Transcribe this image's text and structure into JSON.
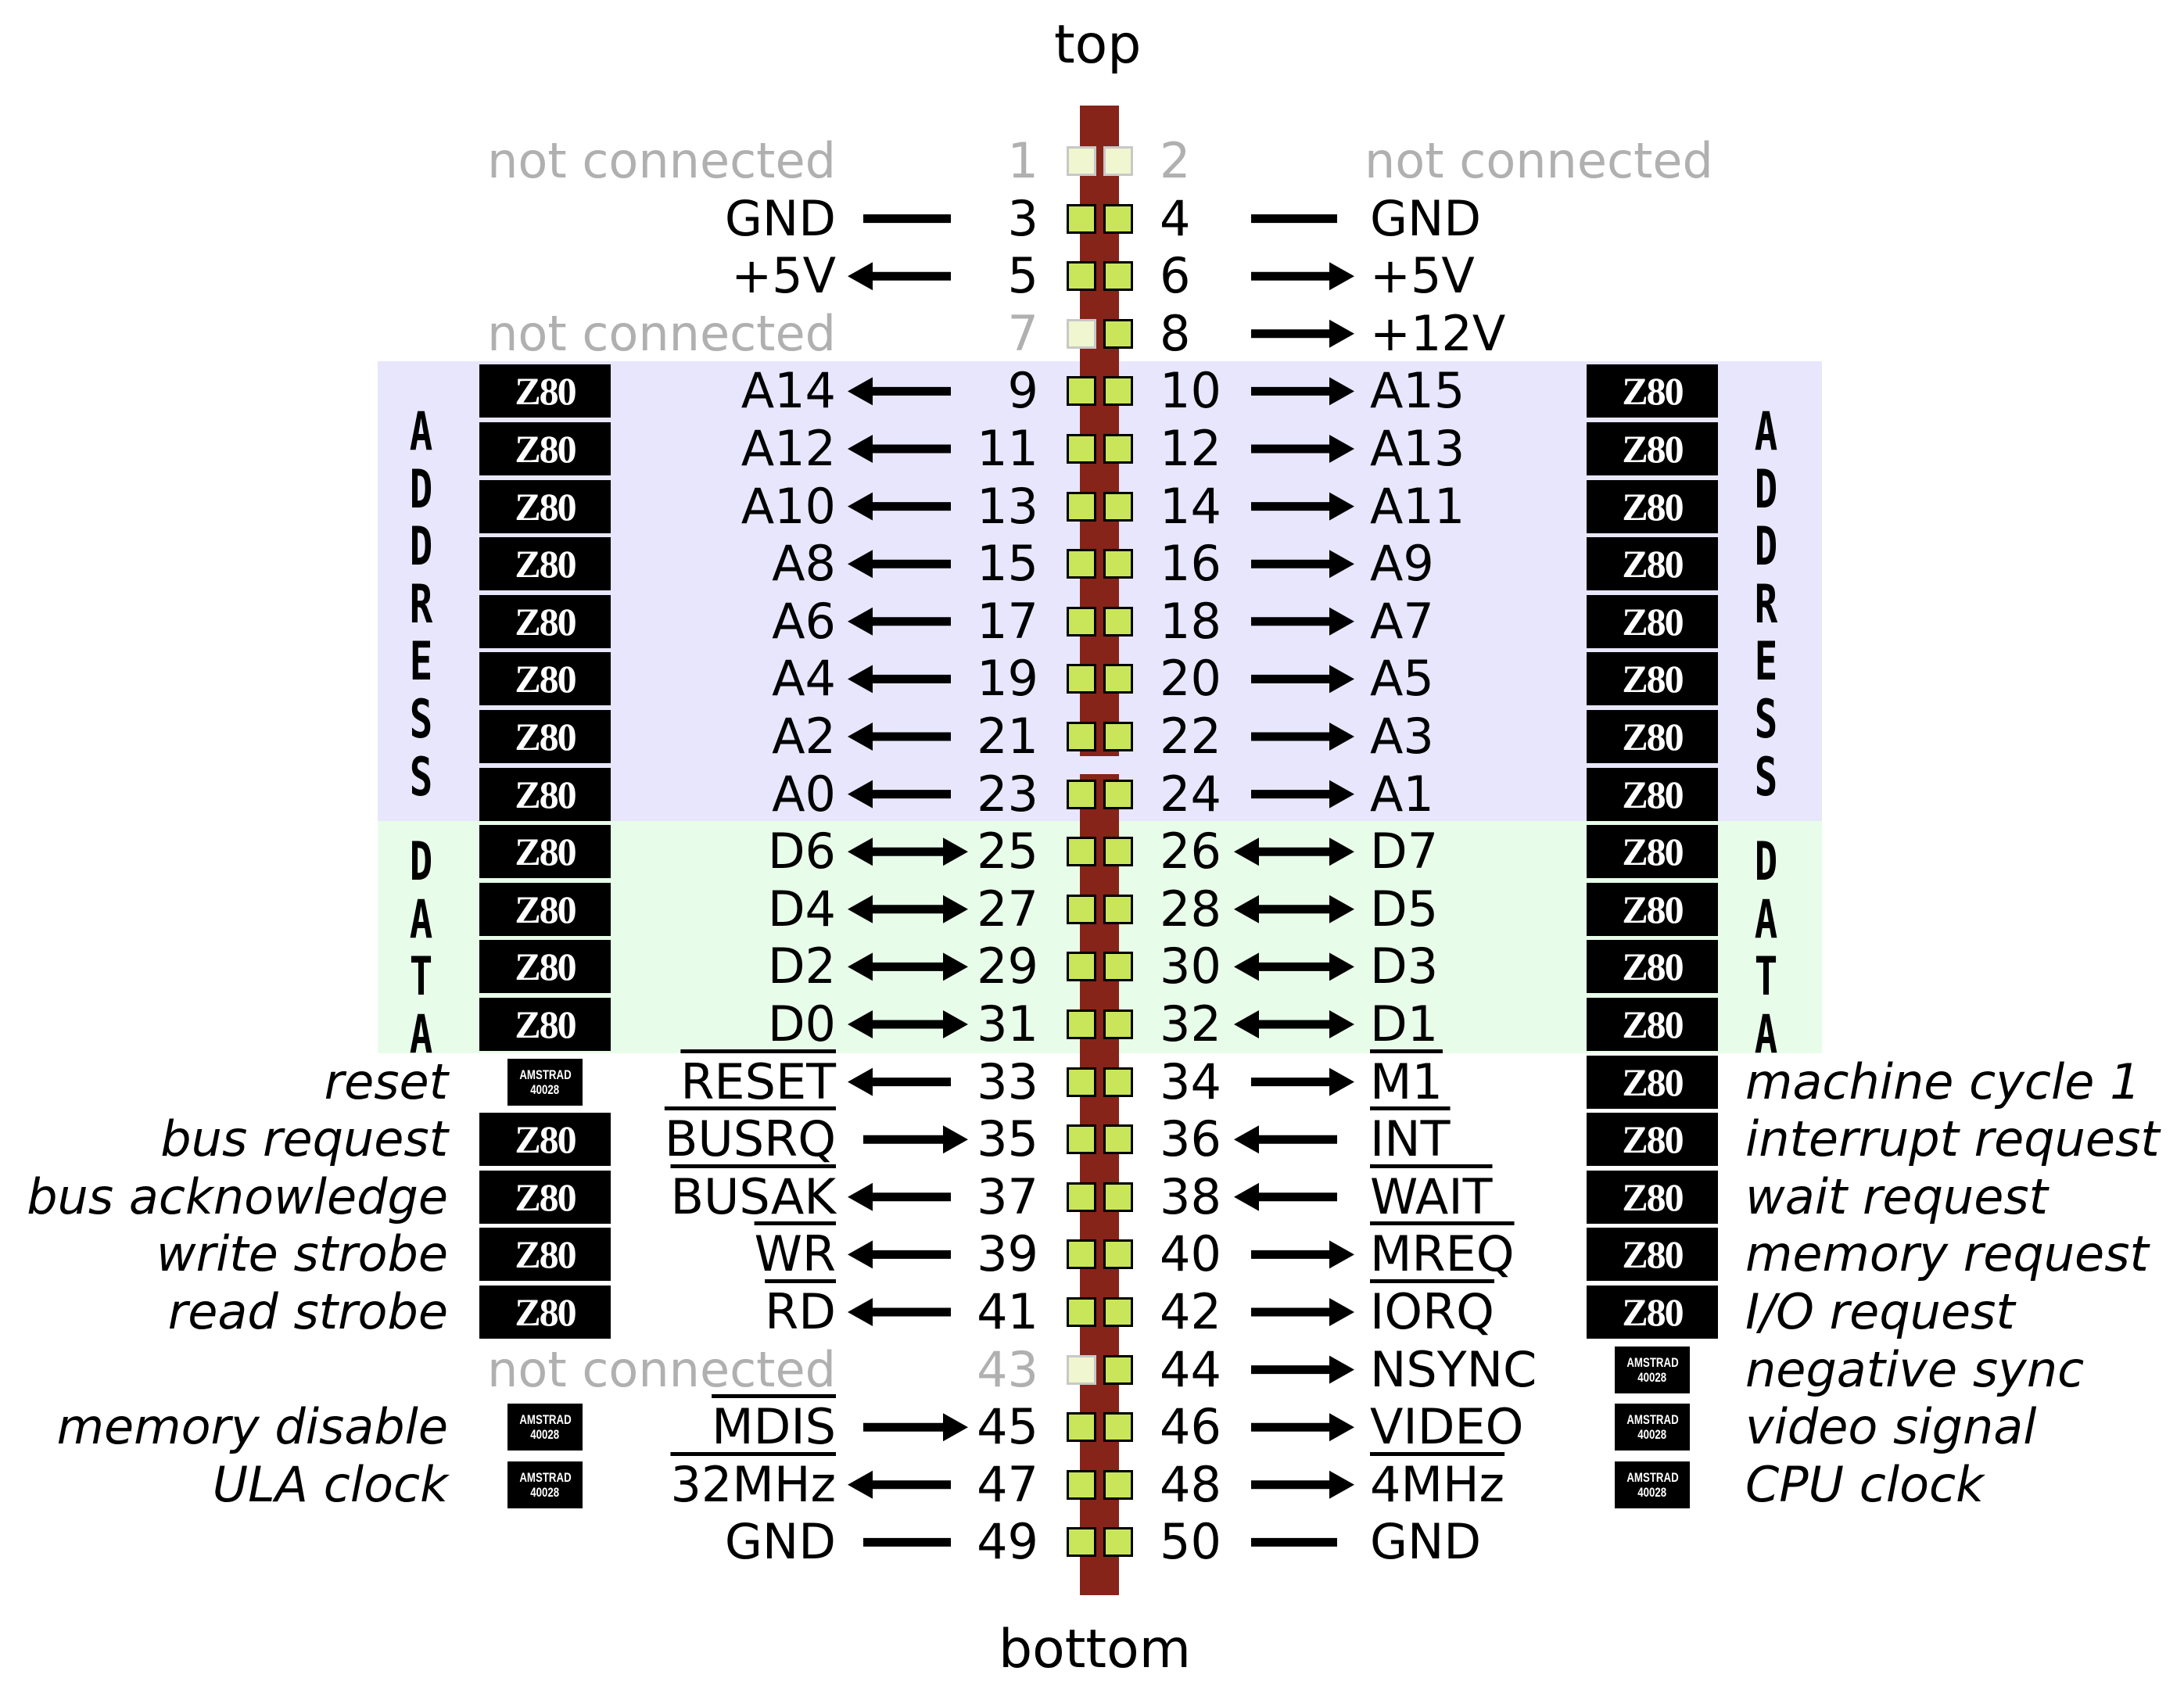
{
  "header": {
    "top_label": "top",
    "bottom_label": "bottom"
  },
  "groups": {
    "address_label": "ADDRESS",
    "data_label": "DATA"
  },
  "chips": {
    "z80_label": "Z80",
    "amstrad_line1": "AMSTRAD",
    "amstrad_line2": "40028"
  },
  "colors": {
    "trace": "#862419",
    "pad": "#c9e65a",
    "address_band": "#e8e6fd",
    "data_band": "#e8fde9",
    "not_connected": "#b0b0b0"
  },
  "rows": [
    {
      "left": {
        "pin": "1",
        "signal": "not connected",
        "nc": true,
        "arrow": "none"
      },
      "right": {
        "pin": "2",
        "signal": "not connected",
        "nc": true,
        "arrow": "none"
      }
    },
    {
      "left": {
        "pin": "3",
        "signal": "GND",
        "arrow": "line"
      },
      "right": {
        "pin": "4",
        "signal": "GND",
        "arrow": "line"
      }
    },
    {
      "left": {
        "pin": "5",
        "signal": "+5V",
        "arrow": "out"
      },
      "right": {
        "pin": "6",
        "signal": "+5V",
        "arrow": "out"
      }
    },
    {
      "left": {
        "pin": "7",
        "signal": "not connected",
        "nc": true,
        "arrow": "none"
      },
      "right": {
        "pin": "8",
        "signal": "+12V",
        "arrow": "out"
      }
    },
    {
      "left": {
        "pin": "9",
        "signal": "A14",
        "arrow": "out",
        "chip": "z80"
      },
      "right": {
        "pin": "10",
        "signal": "A15",
        "arrow": "out",
        "chip": "z80"
      }
    },
    {
      "left": {
        "pin": "11",
        "signal": "A12",
        "arrow": "out",
        "chip": "z80"
      },
      "right": {
        "pin": "12",
        "signal": "A13",
        "arrow": "out",
        "chip": "z80"
      }
    },
    {
      "left": {
        "pin": "13",
        "signal": "A10",
        "arrow": "out",
        "chip": "z80"
      },
      "right": {
        "pin": "14",
        "signal": "A11",
        "arrow": "out",
        "chip": "z80"
      }
    },
    {
      "left": {
        "pin": "15",
        "signal": "A8",
        "arrow": "out",
        "chip": "z80"
      },
      "right": {
        "pin": "16",
        "signal": "A9",
        "arrow": "out",
        "chip": "z80"
      }
    },
    {
      "left": {
        "pin": "17",
        "signal": "A6",
        "arrow": "out",
        "chip": "z80"
      },
      "right": {
        "pin": "18",
        "signal": "A7",
        "arrow": "out",
        "chip": "z80"
      }
    },
    {
      "left": {
        "pin": "19",
        "signal": "A4",
        "arrow": "out",
        "chip": "z80"
      },
      "right": {
        "pin": "20",
        "signal": "A5",
        "arrow": "out",
        "chip": "z80"
      }
    },
    {
      "left": {
        "pin": "21",
        "signal": "A2",
        "arrow": "out",
        "chip": "z80"
      },
      "right": {
        "pin": "22",
        "signal": "A3",
        "arrow": "out",
        "chip": "z80"
      }
    },
    {
      "left": {
        "pin": "23",
        "signal": "A0",
        "arrow": "out",
        "chip": "z80"
      },
      "right": {
        "pin": "24",
        "signal": "A1",
        "arrow": "out",
        "chip": "z80"
      }
    },
    {
      "left": {
        "pin": "25",
        "signal": "D6",
        "arrow": "both",
        "chip": "z80"
      },
      "right": {
        "pin": "26",
        "signal": "D7",
        "arrow": "both",
        "chip": "z80"
      }
    },
    {
      "left": {
        "pin": "27",
        "signal": "D4",
        "arrow": "both",
        "chip": "z80"
      },
      "right": {
        "pin": "28",
        "signal": "D5",
        "arrow": "both",
        "chip": "z80"
      }
    },
    {
      "left": {
        "pin": "29",
        "signal": "D2",
        "arrow": "both",
        "chip": "z80"
      },
      "right": {
        "pin": "30",
        "signal": "D3",
        "arrow": "both",
        "chip": "z80"
      }
    },
    {
      "left": {
        "pin": "31",
        "signal": "D0",
        "arrow": "both",
        "chip": "z80"
      },
      "right": {
        "pin": "32",
        "signal": "D1",
        "arrow": "both",
        "chip": "z80"
      }
    },
    {
      "left": {
        "pin": "33",
        "signal": "RESET",
        "bar": true,
        "arrow": "out",
        "chip": "amstrad",
        "desc": "reset"
      },
      "right": {
        "pin": "34",
        "signal": "M1",
        "bar": true,
        "arrow": "out",
        "chip": "z80",
        "desc": "machine cycle 1"
      }
    },
    {
      "left": {
        "pin": "35",
        "signal": "BUSRQ",
        "bar": true,
        "arrow": "in",
        "chip": "z80",
        "desc": "bus request"
      },
      "right": {
        "pin": "36",
        "signal": "INT",
        "bar": true,
        "arrow": "in",
        "chip": "z80",
        "desc": "interrupt request"
      }
    },
    {
      "left": {
        "pin": "37",
        "signal": "BUSAK",
        "bar": true,
        "arrow": "out",
        "chip": "z80",
        "desc": "bus acknowledge"
      },
      "right": {
        "pin": "38",
        "signal": "WAIT",
        "bar": true,
        "arrow": "in",
        "chip": "z80",
        "desc": "wait request"
      }
    },
    {
      "left": {
        "pin": "39",
        "signal": "WR",
        "bar": true,
        "arrow": "out",
        "chip": "z80",
        "desc": "write strobe"
      },
      "right": {
        "pin": "40",
        "signal": "MREQ",
        "bar": true,
        "arrow": "out",
        "chip": "z80",
        "desc": "memory request"
      }
    },
    {
      "left": {
        "pin": "41",
        "signal": "RD",
        "bar": true,
        "arrow": "out",
        "chip": "z80",
        "desc": "read strobe"
      },
      "right": {
        "pin": "42",
        "signal": "IORQ",
        "bar": true,
        "arrow": "out",
        "chip": "z80",
        "desc": "I/O request"
      }
    },
    {
      "left": {
        "pin": "43",
        "signal": "not connected",
        "nc": true,
        "arrow": "none"
      },
      "right": {
        "pin": "44",
        "signal": "NSYNC",
        "arrow": "out",
        "chip": "amstrad",
        "desc": "negative sync"
      }
    },
    {
      "left": {
        "pin": "45",
        "signal": "MDIS",
        "bar": true,
        "arrow": "in",
        "chip": "amstrad",
        "desc": "memory disable"
      },
      "right": {
        "pin": "46",
        "signal": "VIDEO",
        "arrow": "out",
        "chip": "amstrad",
        "desc": "video signal"
      }
    },
    {
      "left": {
        "pin": "47",
        "signal": "32MHz",
        "bar": true,
        "arrow": "out",
        "chip": "amstrad",
        "desc": "ULA clock"
      },
      "right": {
        "pin": "48",
        "signal": "4MHz",
        "bar": true,
        "arrow": "out",
        "chip": "amstrad",
        "desc": "CPU clock"
      }
    },
    {
      "left": {
        "pin": "49",
        "signal": "GND",
        "arrow": "line"
      },
      "right": {
        "pin": "50",
        "signal": "GND",
        "arrow": "line"
      }
    }
  ]
}
